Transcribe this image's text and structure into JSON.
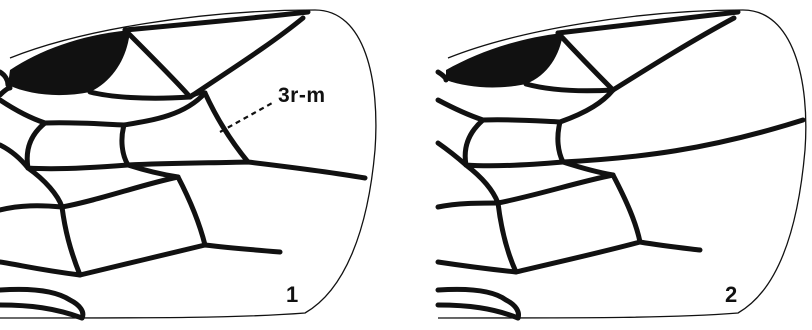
{
  "figure": {
    "vein_label": "3r-m",
    "panels": [
      {
        "number": "1"
      },
      {
        "number": "2"
      }
    ]
  }
}
